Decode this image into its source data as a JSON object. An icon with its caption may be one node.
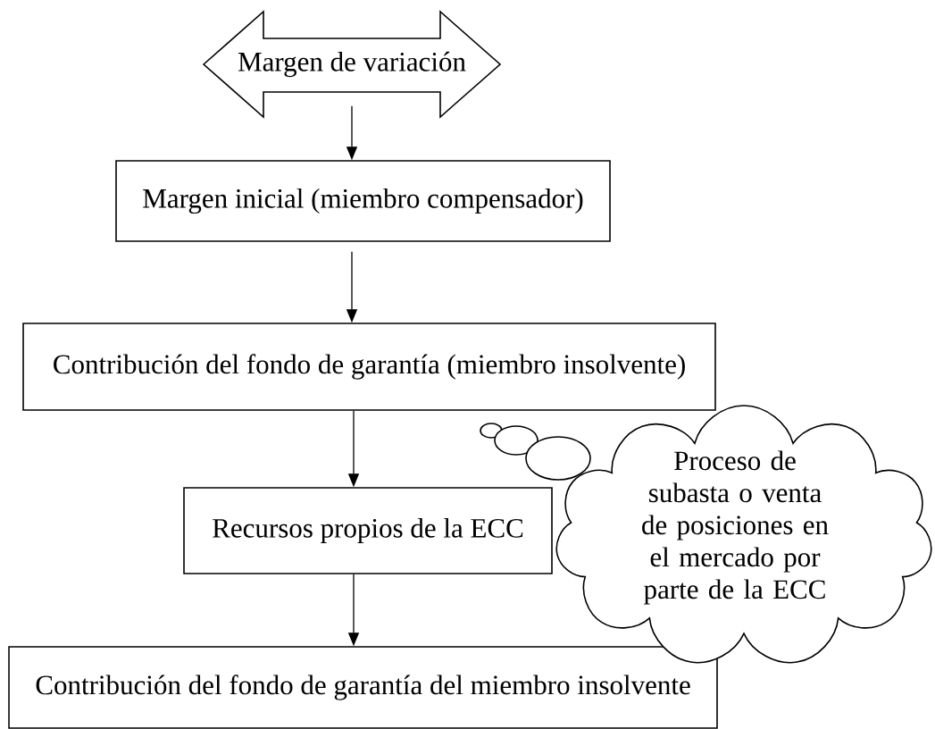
{
  "diagram": {
    "nodes": [
      {
        "text": [
          "Margen de variación"
        ]
      },
      {
        "text": [
          "Margen inicial (miembro compensador)"
        ]
      },
      {
        "text": [
          "Contribución del fondo de garantía (miembro insolvente)"
        ]
      },
      {
        "text": [
          "Recursos propios de la ECC"
        ]
      },
      {
        "text": [
          "Contribución del fondo de garantía del miembro insolvente"
        ]
      },
      {
        "text": [
          "Proceso de subasta o venta de posiciones en el mercado por parte de la ECC"
        ]
      }
    ],
    "edges": [
      {
        "from": 0,
        "to": 1,
        "arrow": "to"
      },
      {
        "from": 1,
        "to": 2,
        "arrow": "to"
      },
      {
        "from": 2,
        "to": 3,
        "arrow": "to"
      },
      {
        "from": 3,
        "to": 4,
        "arrow": "to"
      }
    ]
  }
}
